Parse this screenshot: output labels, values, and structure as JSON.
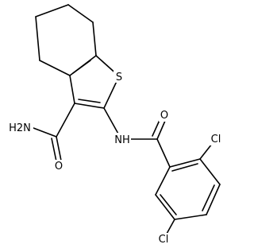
{
  "molecule": {
    "atoms": {
      "S": "S",
      "carboxamide_N": "H2N",
      "carboxamide_O": "O",
      "amide_NH": "NH",
      "amide_O": "O",
      "Cl_ortho": "Cl",
      "Cl_meta": "Cl"
    }
  }
}
